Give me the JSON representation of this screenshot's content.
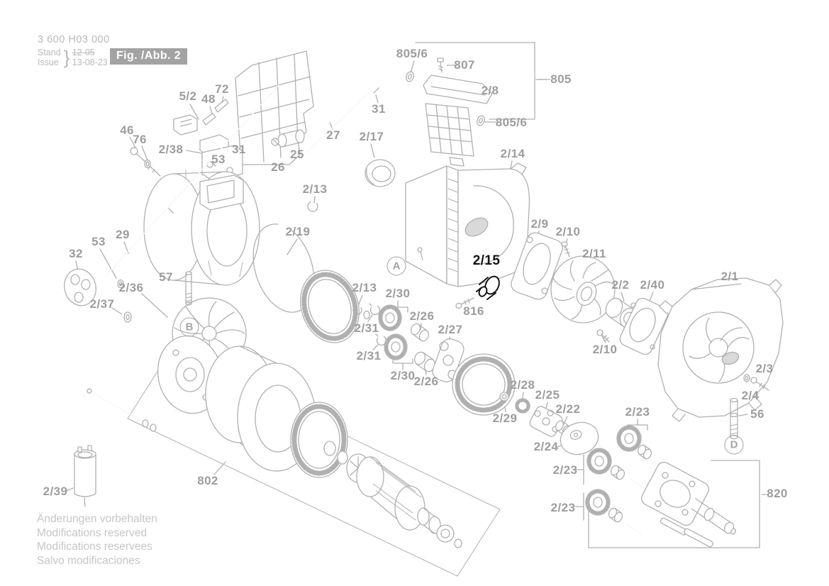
{
  "header": {
    "part_number": "3 600 H03 000",
    "stand_label": "Stand",
    "issue_label": "Issue",
    "brace": "}",
    "old_date": "12-05",
    "date": "13-08-23",
    "figure_badge": "Fig. /Abb. 2"
  },
  "footer": {
    "lines": [
      "Änderungen vorbehalten",
      "Modifications reserved",
      "Modifications reservees",
      "Salvo modificaciones"
    ]
  },
  "colors": {
    "line": "#b0b0b0",
    "label": "#9d9d9d",
    "highlight_label": "#141414",
    "badge_bg": "#a3a3a3",
    "badge_text": "#ffffff"
  },
  "markers": [
    {
      "letter": "A"
    },
    {
      "letter": "B"
    },
    {
      "letter": "D"
    }
  ],
  "labels": [
    {
      "text": "5/2"
    },
    {
      "text": "48"
    },
    {
      "text": "72"
    },
    {
      "text": "46"
    },
    {
      "text": "76"
    },
    {
      "text": "2/38"
    },
    {
      "text": "31"
    },
    {
      "text": "53"
    },
    {
      "text": "26"
    },
    {
      "text": "25"
    },
    {
      "text": "27"
    },
    {
      "text": "31"
    },
    {
      "text": "2/17"
    },
    {
      "text": "2/13"
    },
    {
      "text": "805/6"
    },
    {
      "text": "807"
    },
    {
      "text": "2/8"
    },
    {
      "text": "805"
    },
    {
      "text": "805/6"
    },
    {
      "text": "2/14"
    },
    {
      "text": "2/9"
    },
    {
      "text": "2/10"
    },
    {
      "text": "2/11"
    },
    {
      "text": "2/15",
      "highlight": true
    },
    {
      "text": "816"
    },
    {
      "text": "2/19"
    },
    {
      "text": "29"
    },
    {
      "text": "53"
    },
    {
      "text": "32"
    },
    {
      "text": "2/36"
    },
    {
      "text": "57"
    },
    {
      "text": "2/37"
    },
    {
      "text": "2/13"
    },
    {
      "text": "2/30"
    },
    {
      "text": "2/26"
    },
    {
      "text": "2/31"
    },
    {
      "text": "2/27"
    },
    {
      "text": "2/31"
    },
    {
      "text": "2/30"
    },
    {
      "text": "2/26"
    },
    {
      "text": "2/2"
    },
    {
      "text": "2/40"
    },
    {
      "text": "2/1"
    },
    {
      "text": "2/10"
    },
    {
      "text": "2/3"
    },
    {
      "text": "2/4"
    },
    {
      "text": "56"
    },
    {
      "text": "2/28"
    },
    {
      "text": "2/25"
    },
    {
      "text": "2/29"
    },
    {
      "text": "2/22"
    },
    {
      "text": "2/24"
    },
    {
      "text": "2/23"
    },
    {
      "text": "2/23"
    },
    {
      "text": "2/23"
    },
    {
      "text": "820"
    },
    {
      "text": "802"
    },
    {
      "text": "2/39"
    }
  ]
}
